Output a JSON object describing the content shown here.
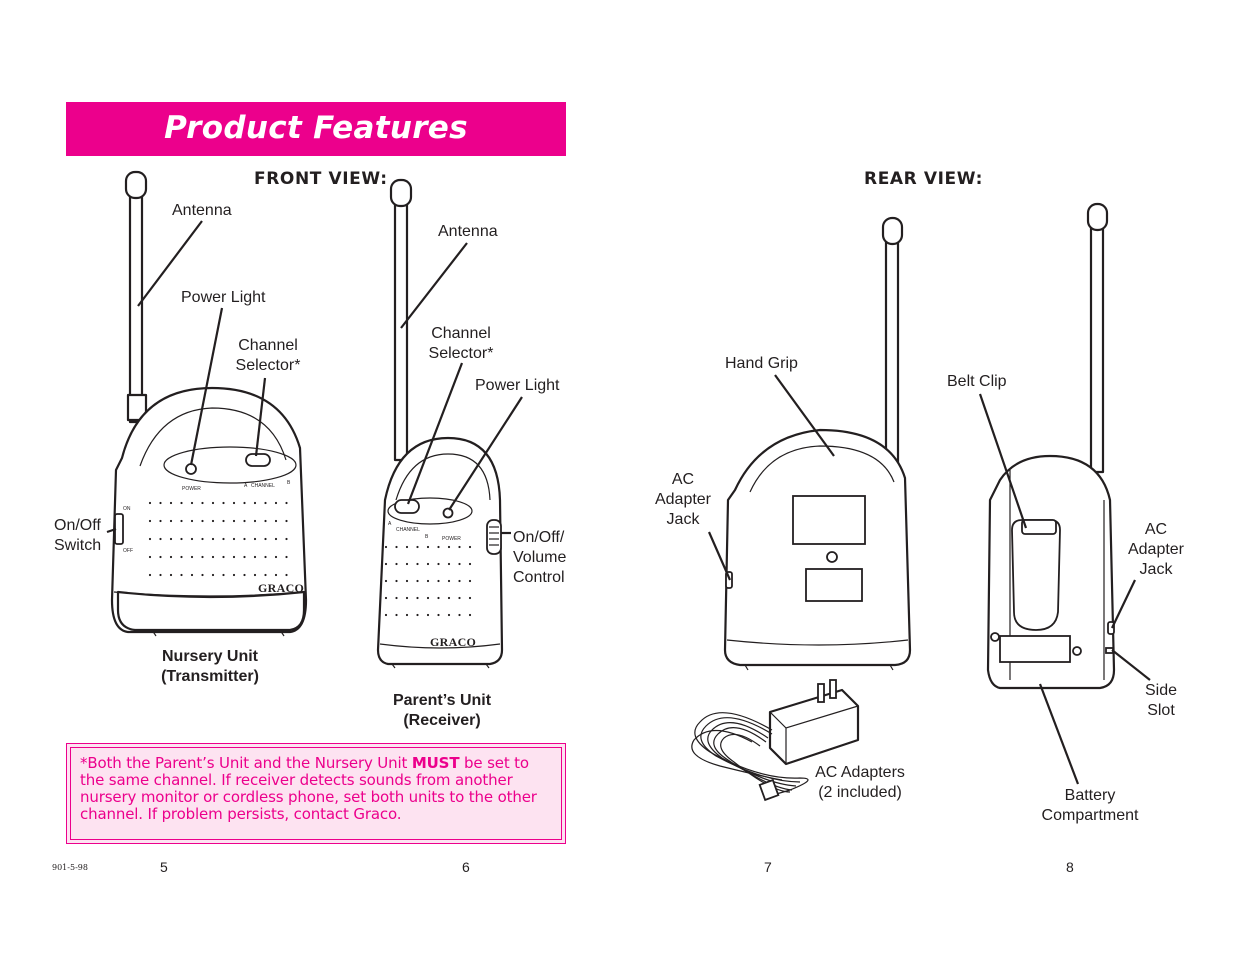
{
  "banner": {
    "title": "Product Features"
  },
  "headings": {
    "front": "FRONT VIEW:",
    "rear": "REAR VIEW:"
  },
  "front_labels": {
    "antenna_1": "Antenna",
    "power_light_1": "Power Light",
    "channel_selector_1": "Channel\nSelector*",
    "on_off_switch": "On/Off\nSwitch",
    "antenna_2": "Antenna",
    "channel_selector_2": "Channel\nSelector*",
    "power_light_2": "Power Light",
    "on_off_volume": "On/Off/\nVolume\nControl"
  },
  "front_captions": {
    "nursery": "Nursery Unit\n(Transmitter)",
    "parent": "Parent’s Unit\n(Receiver)"
  },
  "device_marks": {
    "power": "POWER",
    "channel": "CHANNEL",
    "channel_a": "A",
    "channel_b": "B",
    "brand": "GRACO",
    "switch_on": "ON",
    "switch_off": "OFF"
  },
  "rear_labels": {
    "hand_grip": "Hand Grip",
    "ac_jack_1": "AC\nAdapter\nJack",
    "belt_clip": "Belt Clip",
    "ac_jack_2": "AC\nAdapter\nJack",
    "side_slot": "Side\nSlot",
    "ac_adapters": "AC Adapters\n(2 included)",
    "battery": "Battery\nCompartment"
  },
  "note": {
    "before": "*Both the Parent’s Unit and the Nursery Unit ",
    "emphasis": "MUST",
    "after": " be set to the same channel. If receiver detects sounds from another nursery monitor or cordless phone, set both units to the other channel. If problem persists, contact Graco."
  },
  "footer": {
    "doc_code": "901-5-98",
    "pages": [
      "5",
      "6",
      "7",
      "8"
    ]
  }
}
